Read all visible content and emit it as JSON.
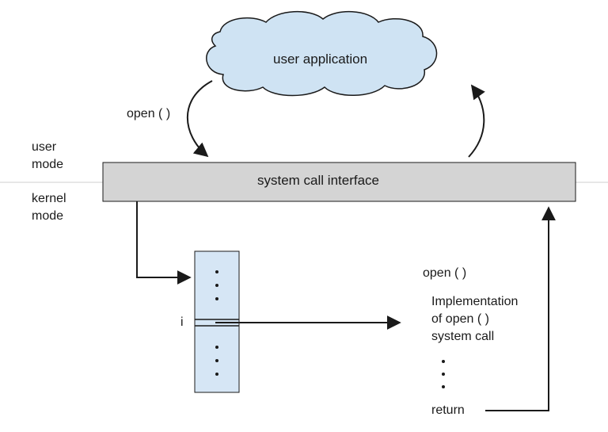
{
  "cloud": {
    "label": "user application"
  },
  "mode_labels": {
    "user_mode": "user\nmode",
    "kernel_mode": "kernel\nmode"
  },
  "interface": {
    "label": "system call interface"
  },
  "call_label": "open ( )",
  "table": {
    "index_label": "i"
  },
  "implementation": {
    "title": "open ( )",
    "lines": [
      "Implementation",
      "of open ( )",
      "system call"
    ],
    "return_label": "return"
  },
  "colors": {
    "cloud_fill": "#cfe3f3",
    "table_fill": "#d6e6f5",
    "interface_fill": "#d4d4d4",
    "stroke": "#1a1a1a"
  }
}
